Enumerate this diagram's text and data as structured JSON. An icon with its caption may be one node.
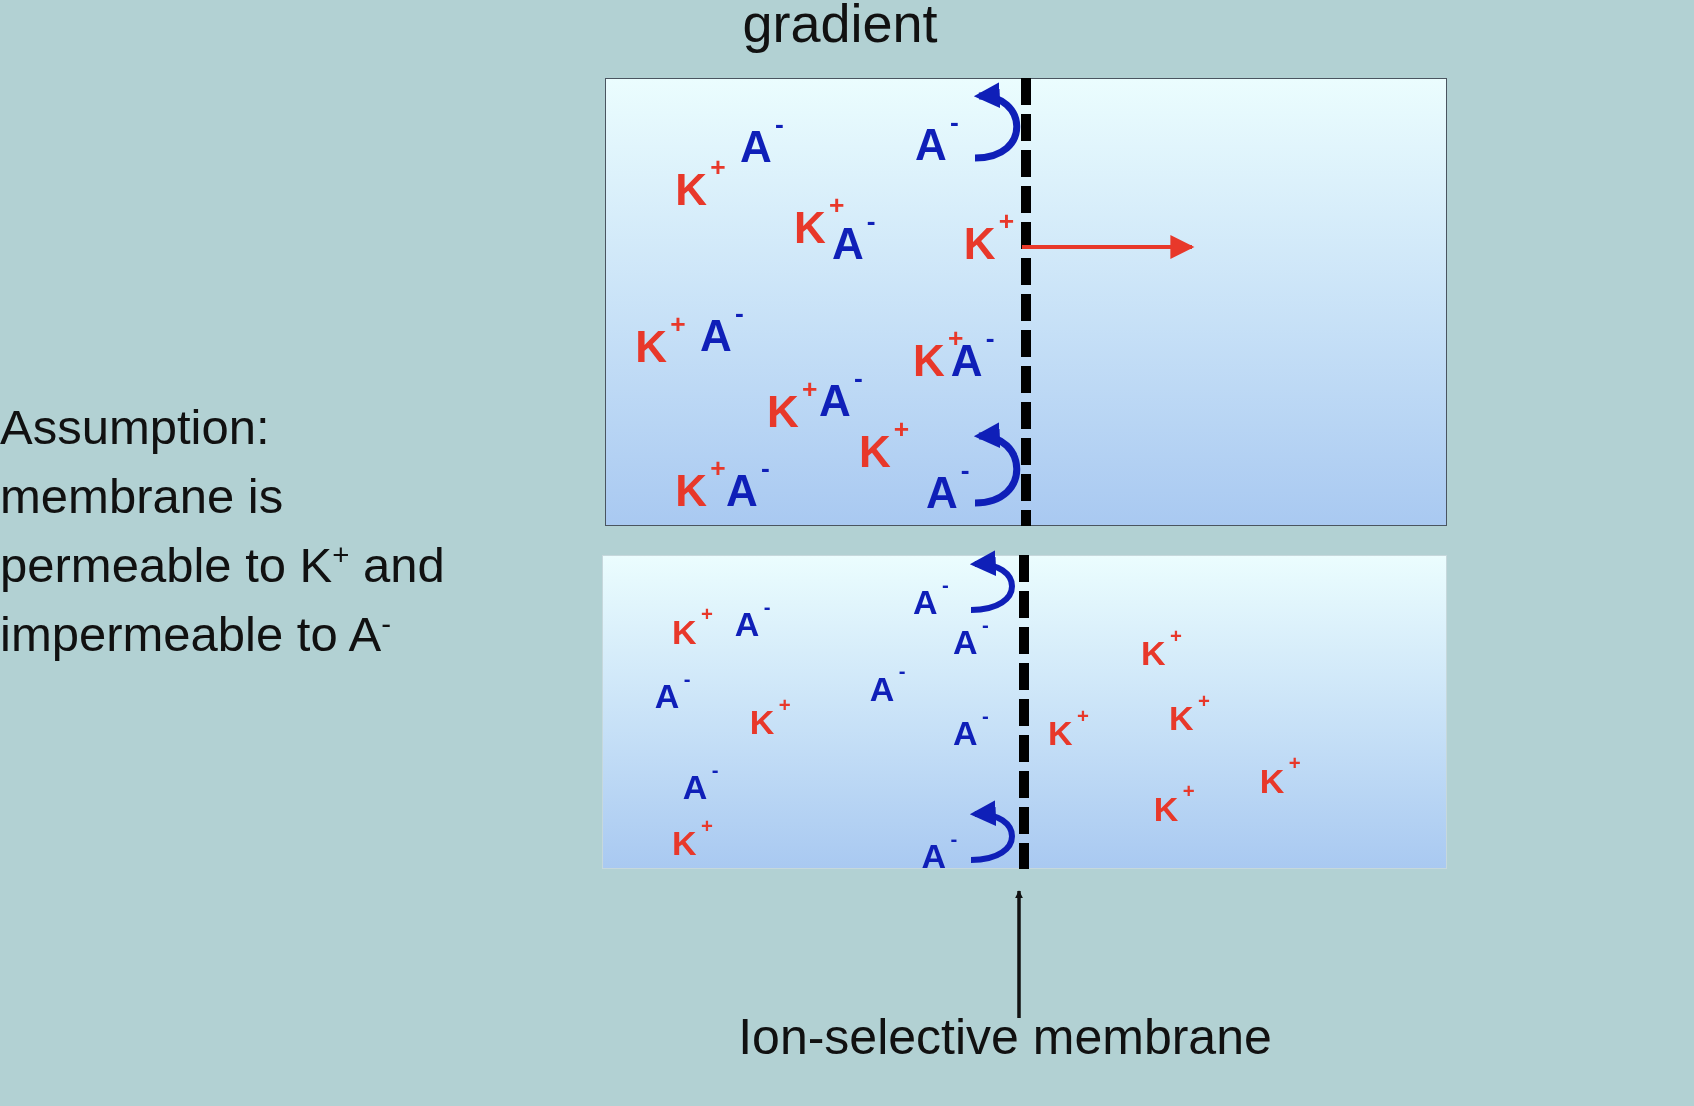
{
  "diagram": {
    "title": "gradient",
    "nodes": [
      {
        "text": [],
        "shape": "bar"
      },
      {
        "text": [
          "Ion-selective membrane"
        ]
      }
    ],
    "edges": [
      {
        "from": 1,
        "to": 0,
        "arrow": "to",
        "color": "#111111"
      },
      {
        "from": 0,
        "to": 0,
        "arrow": "to"
      },
      {
        "from": 0,
        "to": 0,
        "arrow": "to"
      }
    ],
    "labels": [
      "Assumption: membrane is permeable to K$^{+}$ and impermeable to A$^{-}$",
      "A$^{-}$",
      "A$^{-}$",
      "K$^{+}$",
      "K$^{+}$",
      "A$^{-}$",
      "K$^{+}$",
      "A$^{-}$",
      "K$^{+}$",
      "K$^{+}$",
      "A$^{-}$",
      "K$^{+}$",
      "A$^{-}$",
      "K$^{+}$",
      "K$^{+}$",
      "A$^{-}$",
      "A$^{-}$",
      "A$^{-}$",
      "A$^{-}$",
      "K$^{+}$",
      "A$^{-}$",
      "K$^{+}$",
      "A$^{-}$",
      "A$^{-}$",
      "K$^{+}$",
      "K$^{+}$",
      "A$^{-}$",
      "K$^{+}$",
      "K$^{+}$",
      "A$^{-}$",
      "K$^{+}$",
      "K$^{+}$",
      "A$^{-}$"
    ]
  }
}
